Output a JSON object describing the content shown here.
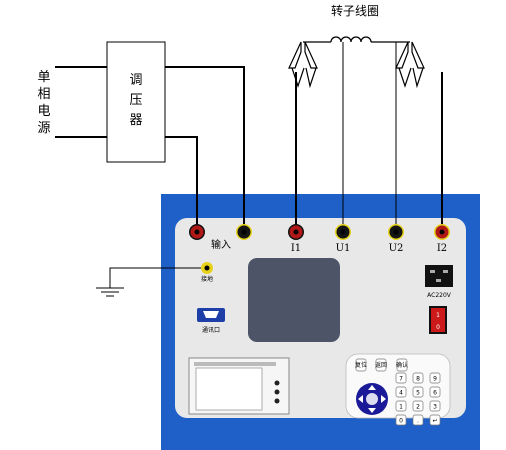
{
  "labels": {
    "rotor_coil": "转子线圈",
    "source": [
      "单",
      "相",
      "电",
      "源"
    ],
    "regulator": [
      "调",
      "压",
      "器"
    ],
    "input": "输入",
    "terminals": [
      "I1",
      "U1",
      "U2",
      "I2"
    ],
    "ground_label": "接地",
    "comm_port": "通讯口",
    "power_socket": "AC220V",
    "switch_marks": [
      "1",
      "0"
    ]
  },
  "keypad": {
    "top_keys": [
      "复位",
      "返回",
      "确认"
    ],
    "number_keys": [
      "7",
      "8",
      "9",
      "4",
      "5",
      "6",
      "1",
      "2",
      "3",
      "0",
      ".",
      "↵"
    ]
  },
  "colors": {
    "instrument_border": "#1e60c8",
    "panel": "#e8e8e8",
    "screen": "#4d5468",
    "terminal_red": "#b01818",
    "terminal_black": "#141414",
    "terminal_yellow": "#e6d21a",
    "switch": "#cc1a1a",
    "keypad_dpad": "#1a1a99"
  }
}
